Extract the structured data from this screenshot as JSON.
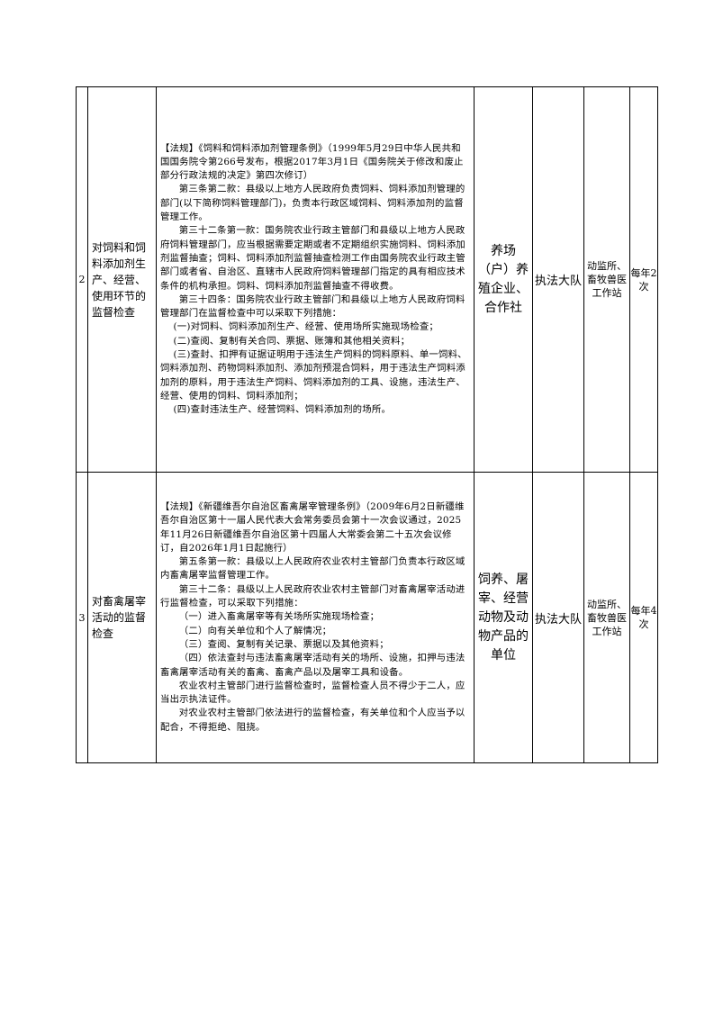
{
  "rows": [
    {
      "no": "2",
      "item": "对饲料和饲料添加剂生产、经营、使用环节的监督检查",
      "law": {
        "source": "【法规】《饲料和饲料添加剂管理条例》（1999年5月29日中华人民共和国国务院令第266号发布，根据2017年3月1日《国务院关于修改和废止部分行政法规的决定》第四次修订）",
        "clauses": [
          "第三条第二款：县级以上地方人民政府负责饲料、饲料添加剂管理的部门(以下简称饲料管理部门)，负责本行政区域饲料、饲料添加剂的监督管理工作。",
          "第三十二条第一款：国务院农业行政主管部门和县级以上地方人民政府饲料管理部门，应当根据需要定期或者不定期组织实施饲料、饲料添加剂监督抽查；饲料、饲料添加剂监督抽查检测工作由国务院农业行政主管部门或者省、自治区、直辖市人民政府饲料管理部门指定的具有相应技术条件的机构承担。饲料、饲料添加剂监督抽查不得收费。",
          "第三十四条：国务院农业行政主管部门和县级以上地方人民政府饲料管理部门在监督检查中可以采取下列措施："
        ],
        "measures": [
          "(一)对饲料、饲料添加剂生产、经营、使用场所实施现场检查；",
          "(二)查阅、复制有关合同、票据、账簿和其他相关资料；",
          "(三)查封、扣押有证据证明用于违法生产饲料的饲料原料、单一饲料、饲料添加剂、药物饲料添加剂、添加剂预混合饲料，用于违法生产饲料添加剂的原料，用于违法生产饲料、饲料添加剂的工具、设施，违法生产、经营、使用的饲料、饲料添加剂；",
          "(四)查封违法生产、经营饲料、饲料添加剂的场所。"
        ]
      },
      "object": "养场（户）养殖企业、合作社",
      "department": "执法大队",
      "unit": "动监所、畜牧兽医工作站",
      "frequency": "每年2次"
    },
    {
      "no": "3",
      "item": "对畜禽屠宰活动的监督检查",
      "law": {
        "source": "【法规】《新疆维吾尔自治区畜禽屠宰管理条例》（2009年6月2日新疆维吾尔自治区第十一届人民代表大会常务委员会第十一次会议通过，2025年11月26日新疆维吾尔自治区第十四届人大常委会第二十五次会议修订，自2026年1月1日起施行）",
        "clauses": [
          "第五条第一款：县级以上人民政府农业农村主管部门负责本行政区域内畜禽屠宰监督管理工作。",
          "第三十二条：县级以上人民政府农业农村主管部门对畜禽屠宰活动进行监督检查，可以采取下列措施："
        ],
        "measures": [
          "（一）进入畜禽屠宰等有关场所实施现场检查；",
          "（二）向有关单位和个人了解情况；",
          "（三）查阅、复制有关记录、票据以及其他资料；",
          "（四）依法查封与违法畜禽屠宰活动有关的场所、设施，扣押与违法畜禽屠宰活动有关的畜禽、畜禽产品以及屠宰工具和设备。"
        ],
        "closing": [
          "农业农村主管部门进行监督检查时，监督检查人员不得少于二人，应当出示执法证件。",
          "对农业农村主管部门依法进行的监督检查，有关单位和个人应当予以配合，不得拒绝、阻挠。"
        ]
      },
      "object": "饲养、屠宰、经营动物及动物产品的单位",
      "department": "执法大队",
      "unit": "动监所、畜牧兽医工作站",
      "frequency": "每年4次"
    }
  ]
}
